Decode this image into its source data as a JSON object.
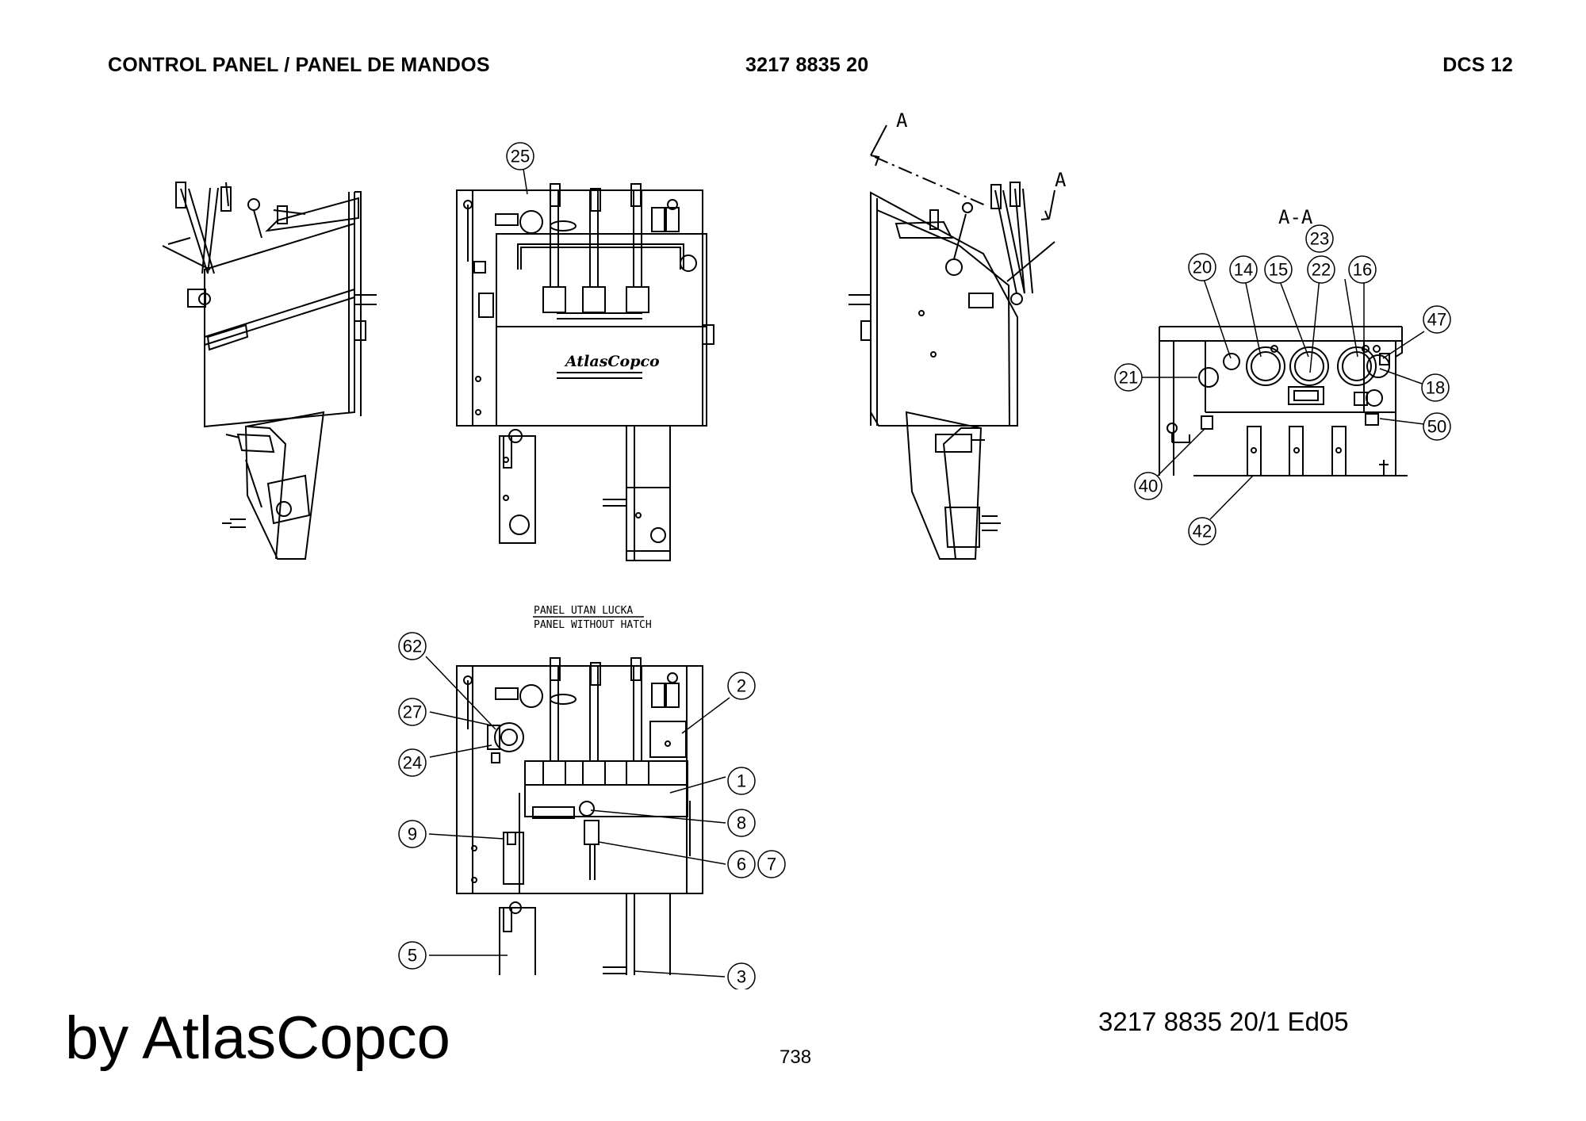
{
  "header": {
    "title": "CONTROL PANEL / PANEL DE MANDOS",
    "part_number": "3217 8835 20",
    "model": "DCS 12"
  },
  "views": {
    "section_label": "A-A",
    "section_arrow_label": "A",
    "panel_note_line1": "PANEL UTAN LUCKA",
    "panel_note_line2": "PANEL WITHOUT HATCH",
    "front_logo": "AtlasCopco"
  },
  "callouts": {
    "c25": "25",
    "c20": "20",
    "c14": "14",
    "c15": "15",
    "c23": "23",
    "c22": "22",
    "c16": "16",
    "c47": "47",
    "c21": "21",
    "c18": "18",
    "c50": "50",
    "c40": "40",
    "c42": "42",
    "c62": "62",
    "c2": "2",
    "c27": "27",
    "c24": "24",
    "c1": "1",
    "c8": "8",
    "c9": "9",
    "c6": "6",
    "c7": "7",
    "c5": "5",
    "c3": "3"
  },
  "footer": {
    "brand": "by AtlasCopco",
    "doc_ref": "3217 8835 20/1  Ed05",
    "page_number": "738"
  }
}
